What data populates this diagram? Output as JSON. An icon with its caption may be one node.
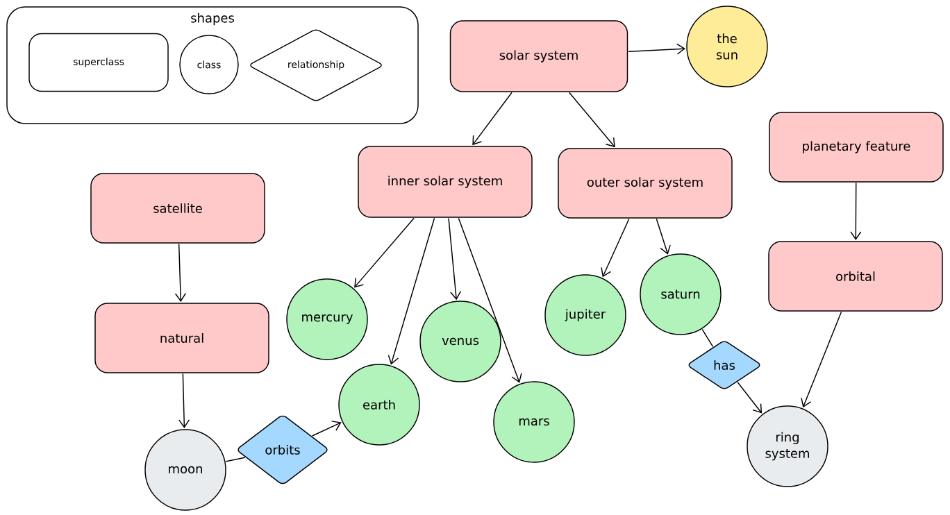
{
  "diagram": {
    "nodes": [
      {
        "text": [
          "shapes"
        ]
      },
      {
        "text": [
          "superclass"
        ],
        "in": 0
      },
      {
        "text": [
          "class"
        ],
        "in": 0
      },
      {
        "text": [
          "relationship"
        ],
        "in": 0
      },
      {
        "text": [
          "solar system"
        ]
      },
      {
        "text": [
          "the sun"
        ]
      },
      {
        "text": [
          "planetary feature"
        ]
      },
      {
        "text": [
          "inner solar system"
        ]
      },
      {
        "text": [
          "outer solar system"
        ]
      },
      {
        "text": [
          "satellite"
        ]
      },
      {
        "text": [
          "orbital"
        ]
      },
      {
        "text": [
          "mercury"
        ]
      },
      {
        "text": [
          "earth"
        ]
      },
      {
        "text": [
          "venus"
        ]
      },
      {
        "text": [
          "mars"
        ]
      },
      {
        "text": [
          "jupiter"
        ]
      },
      {
        "text": [
          "saturn"
        ]
      },
      {
        "text": [
          "natural"
        ]
      },
      {
        "text": [
          "has"
        ]
      },
      {
        "text": [
          "moon"
        ]
      },
      {
        "text": [
          "orbits"
        ]
      },
      {
        "text": [
          "ring system"
        ]
      }
    ],
    "edges": [
      {
        "from": 4,
        "to": 5,
        "arrow": "to"
      },
      {
        "from": 4,
        "to": 7,
        "arrow": "to"
      },
      {
        "from": 4,
        "to": 8,
        "arrow": "to"
      },
      {
        "from": 6,
        "to": 10,
        "arrow": "to"
      },
      {
        "from": 9,
        "to": 17,
        "arrow": "to"
      },
      {
        "from": 7,
        "to": 11,
        "arrow": "to"
      },
      {
        "from": 7,
        "to": 12,
        "arrow": "to"
      },
      {
        "from": 7,
        "to": 13,
        "arrow": "to"
      },
      {
        "from": 7,
        "to": 14,
        "arrow": "to"
      },
      {
        "from": 8,
        "to": 15,
        "arrow": "to"
      },
      {
        "from": 8,
        "to": 16,
        "arrow": "to"
      },
      {
        "from": 17,
        "to": 19,
        "arrow": "to"
      },
      {
        "from": 19,
        "to": 20,
        "arrow": "none"
      },
      {
        "from": 20,
        "to": 12,
        "arrow": "to"
      },
      {
        "from": 16,
        "to": 18,
        "arrow": "none"
      },
      {
        "from": 18,
        "to": 21,
        "arrow": "to"
      },
      {
        "from": 10,
        "to": 21,
        "arrow": "to"
      }
    ]
  }
}
